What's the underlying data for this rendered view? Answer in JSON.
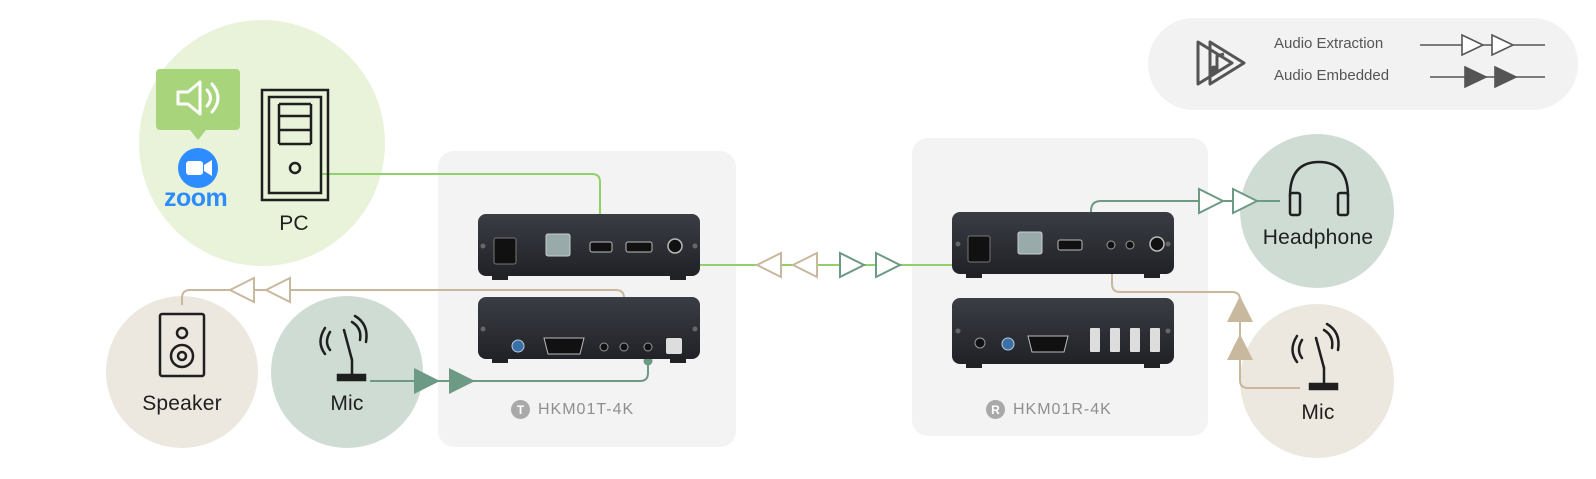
{
  "legend": {
    "extraction_label": "Audio Extraction",
    "embedded_label": "Audio Embedded"
  },
  "nodes": {
    "pc": "PC",
    "speaker": "Speaker",
    "mic_left": "Mic",
    "headphone": "Headphone",
    "mic_right": "Mic",
    "zoom": "zoom"
  },
  "devices": {
    "transmitter": {
      "badge": "T",
      "model": "HKM01T-4K"
    },
    "receiver": {
      "badge": "R",
      "model": "HKM01R-4K"
    }
  },
  "colors": {
    "green_line": "#8fd16a",
    "sage_line": "#6d9a84",
    "tan_line": "#c8b89e",
    "pc_circle": "#e9f3da",
    "sage_circle": "#cfdcd4",
    "tan_circle": "#ece8e0",
    "panel": "#f3f3f3",
    "device_body": "#2b2d33",
    "zoom_blue": "#2d8cff",
    "speaker_bubble": "#a8d57c"
  },
  "icons": [
    "speaker-bubble-icon",
    "zoom-logo-icon",
    "pc-tower-icon",
    "speaker-icon",
    "microphone-icon",
    "headphone-icon",
    "audio-legend-icon"
  ]
}
